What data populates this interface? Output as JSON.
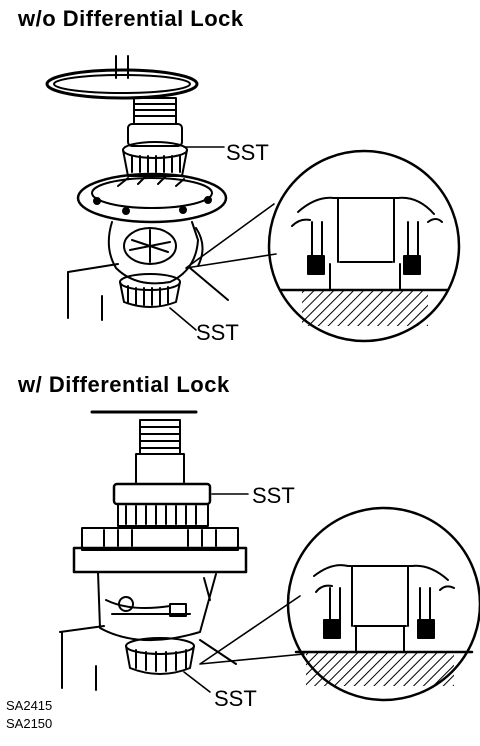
{
  "headings": {
    "without_lock": "w/o Differential Lock",
    "with_lock": "w/ Differential Lock"
  },
  "callouts": {
    "top_upper": "SST",
    "top_lower": "SST",
    "bottom_upper": "SST",
    "bottom_lower": "SST"
  },
  "codes": {
    "first": "SA2415",
    "second": "SA2150"
  }
}
